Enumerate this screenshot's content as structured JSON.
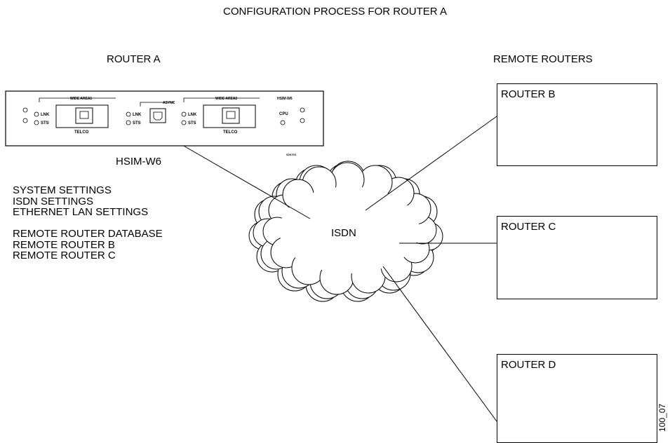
{
  "title": "CONFIGURATION PROCESS FOR ROUTER A",
  "router_a": {
    "label": "ROUTER A",
    "module_label": "HSIM-W6",
    "panel": {
      "wan1_label": "WIDE AREA1",
      "wan2_label": "WIDE AREA2",
      "async_label": "ASYNC",
      "model_label": "HSIM-W6",
      "lnk": "LNK",
      "sts": "STS",
      "telco": "TELCO",
      "cpu": "CPU",
      "part_no": "S26703"
    }
  },
  "remote_section": {
    "label": "REMOTE ROUTERS"
  },
  "settings": [
    "SYSTEM SETTINGS",
    "ISDN SETTINGS",
    "ETHERNET LAN SETTINGS",
    "",
    "REMOTE ROUTER DATABASE",
    "REMOTE ROUTER B",
    "REMOTE ROUTER C"
  ],
  "cloud_label": "ISDN",
  "routers": {
    "b": "ROUTER B",
    "c": "ROUTER C",
    "d": "ROUTER D"
  },
  "figure_id": "100_07"
}
